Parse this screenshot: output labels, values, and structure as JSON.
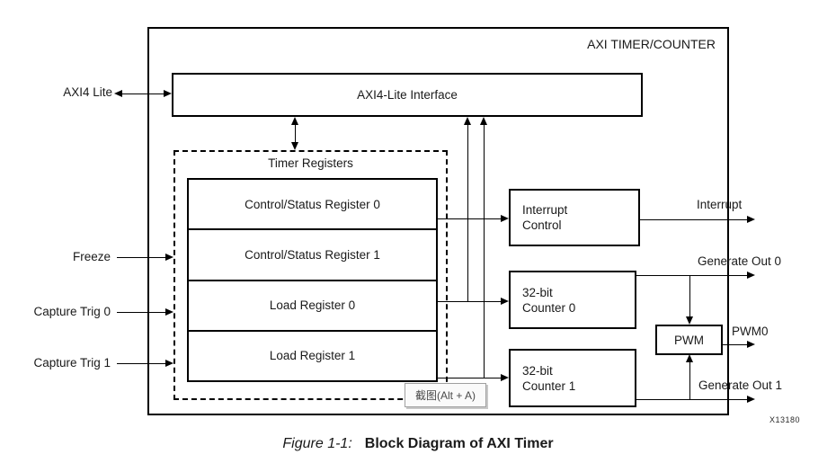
{
  "diagram": {
    "title": "AXI TIMER/COUNTER",
    "interface_label": "AXI4-Lite Interface",
    "port_label": "AXI4 Lite",
    "registers": {
      "group_label": "Timer Registers",
      "rows": [
        "Control/Status Register 0",
        "Control/Status Register 1",
        "Load Register 0",
        "Load Register 1"
      ]
    },
    "inputs": {
      "freeze": "Freeze",
      "capture_trig_0": "Capture Trig 0",
      "capture_trig_1": "Capture Trig 1"
    },
    "blocks": {
      "interrupt_control": "Interrupt\nControl",
      "counter0": "32-bit\nCounter 0",
      "counter1": "32-bit\nCounter 1",
      "pwm": "PWM"
    },
    "outputs": {
      "interrupt": "Interrupt",
      "generate_out_0": "Generate Out 0",
      "pwm0": "PWM0",
      "generate_out_1": "Generate Out 1"
    },
    "part_number": "X13180"
  },
  "overlay": {
    "screenshot_tooltip": "截图(Alt + A)"
  },
  "caption": {
    "label": "Figure 1-1:",
    "title": "Block Diagram of AXI Timer"
  },
  "colors": {
    "line": "#000000",
    "text": "#1a1a1a"
  }
}
